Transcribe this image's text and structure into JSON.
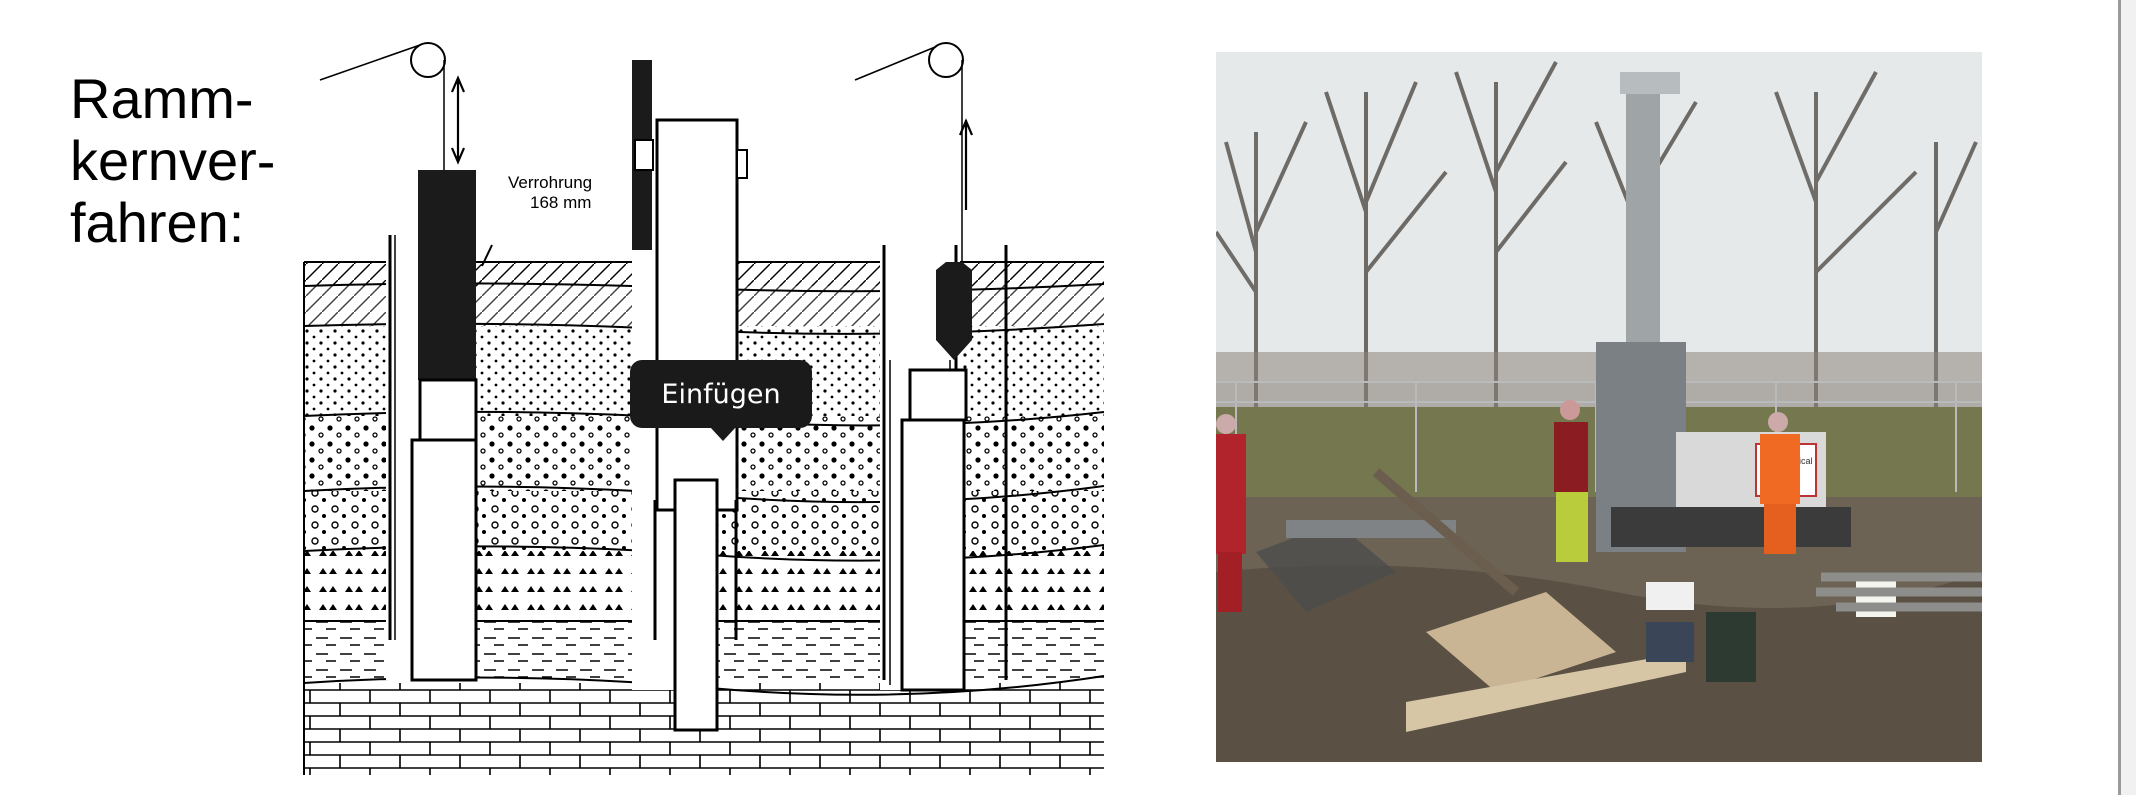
{
  "slide": {
    "title": "Ramm-\nkernver-\nfahren:"
  },
  "diagram": {
    "casing_label_line1": "Verrohrung",
    "casing_label_line2": "168 mm"
  },
  "tooltip": {
    "label": "Einfügen"
  },
  "photo": {
    "rig_sign": "geotechnical"
  }
}
